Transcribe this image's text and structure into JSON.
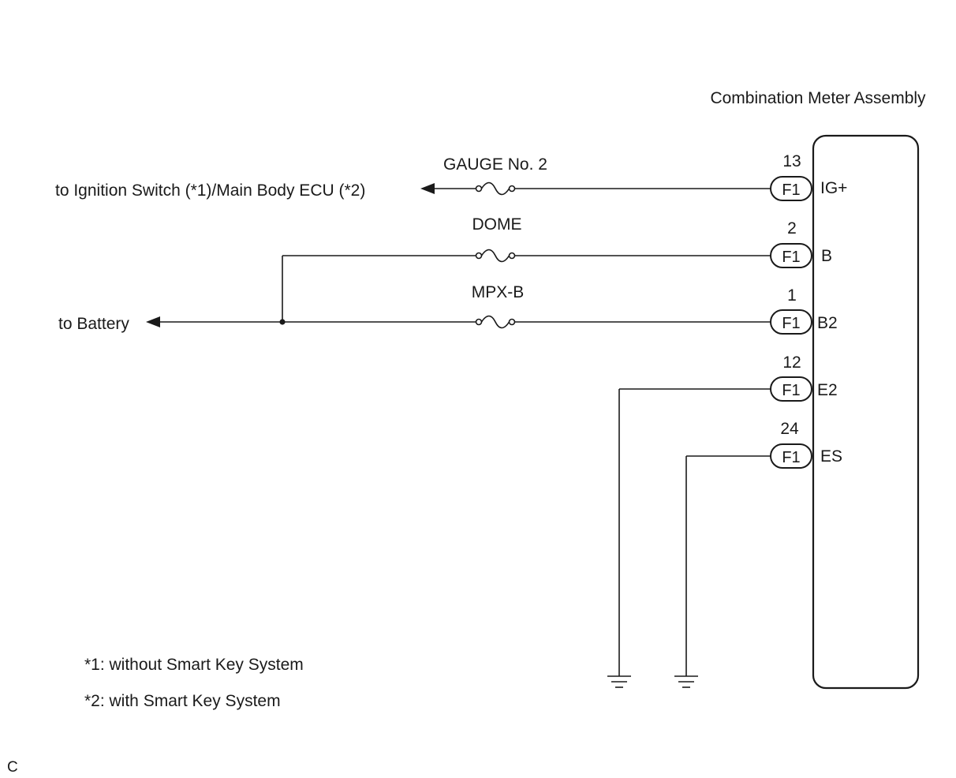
{
  "diagram": {
    "module_title": "Combination Meter Assembly",
    "destinations": {
      "ignition": "to Ignition Switch (*1)/Main Body ECU (*2)",
      "battery": "to Battery"
    },
    "fuses": [
      {
        "id": "gauge",
        "label": "GAUGE No. 2"
      },
      {
        "id": "dome",
        "label": "DOME"
      },
      {
        "id": "mpxb",
        "label": "MPX-B"
      }
    ],
    "pins": [
      {
        "pin": "13",
        "connector": "F1",
        "terminal": "IG+"
      },
      {
        "pin": "2",
        "connector": "F1",
        "terminal": "B"
      },
      {
        "pin": "1",
        "connector": "F1",
        "terminal": "B2"
      },
      {
        "pin": "12",
        "connector": "F1",
        "terminal": "E2"
      },
      {
        "pin": "24",
        "connector": "F1",
        "terminal": "ES"
      }
    ],
    "notes": [
      "*1: without Smart Key System",
      "*2: with Smart Key System"
    ],
    "corner_code": "C"
  }
}
